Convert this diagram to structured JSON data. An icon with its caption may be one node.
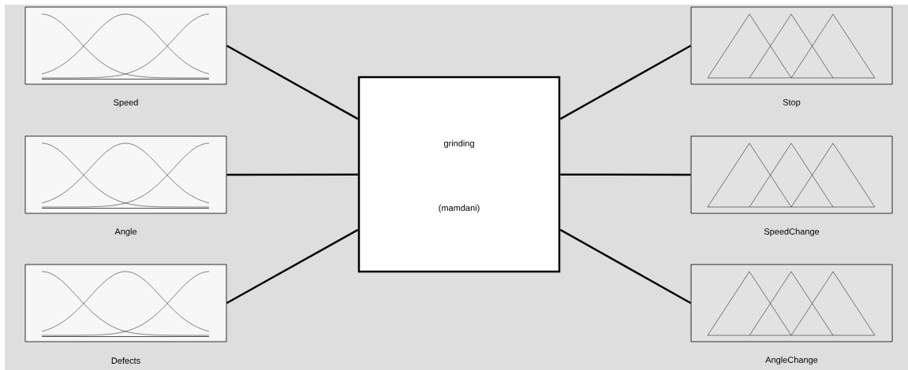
{
  "diagram": {
    "nodes": [
      {
        "text": [
          "Speed"
        ]
      },
      {
        "text": [
          "Angle"
        ]
      },
      {
        "text": [
          "Defects"
        ]
      },
      {
        "text": [
          "grinding",
          "(mamdani)"
        ]
      },
      {
        "text": [
          "Stop"
        ]
      },
      {
        "text": [
          "SpeedChange"
        ]
      },
      {
        "text": [
          "AngleChange"
        ]
      }
    ],
    "edges": [
      {
        "from": 0,
        "to": 3,
        "arrow": "none"
      },
      {
        "from": 1,
        "to": 3,
        "arrow": "none"
      },
      {
        "from": 2,
        "to": 3,
        "arrow": "none"
      },
      {
        "from": 3,
        "to": 4,
        "arrow": "none"
      },
      {
        "from": 3,
        "to": 5,
        "arrow": "none"
      },
      {
        "from": 3,
        "to": 6,
        "arrow": "none"
      }
    ]
  }
}
